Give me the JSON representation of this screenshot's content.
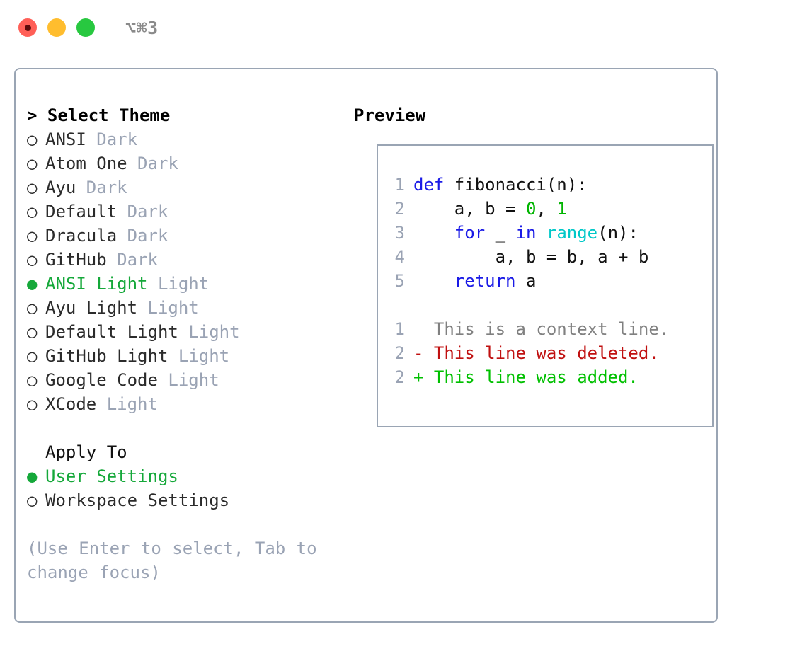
{
  "titlebar": {
    "shortcut": "⌥⌘3",
    "buttons": [
      {
        "name": "close",
        "color": "#ff5f57"
      },
      {
        "name": "minimize",
        "color": "#ffbd2e"
      },
      {
        "name": "zoom",
        "color": "#28c840"
      }
    ]
  },
  "theme_picker": {
    "header": "Select Theme",
    "caret": "> ",
    "marker_selected": "●",
    "marker_unselected": "○",
    "items": [
      {
        "label": "ANSI",
        "tag": "Dark",
        "selected": false
      },
      {
        "label": "Atom One",
        "tag": "Dark",
        "selected": false
      },
      {
        "label": "Ayu",
        "tag": "Dark",
        "selected": false
      },
      {
        "label": "Default",
        "tag": "Dark",
        "selected": false
      },
      {
        "label": "Dracula",
        "tag": "Dark",
        "selected": false
      },
      {
        "label": "GitHub",
        "tag": "Dark",
        "selected": false
      },
      {
        "label": "ANSI Light",
        "tag": "Light",
        "selected": true
      },
      {
        "label": "Ayu Light",
        "tag": "Light",
        "selected": false
      },
      {
        "label": "Default Light",
        "tag": "Light",
        "selected": false
      },
      {
        "label": "GitHub Light",
        "tag": "Light",
        "selected": false
      },
      {
        "label": "Google Code",
        "tag": "Light",
        "selected": false
      },
      {
        "label": "XCode",
        "tag": "Light",
        "selected": false
      }
    ]
  },
  "apply_to": {
    "header": "Apply To",
    "items": [
      {
        "label": "User Settings",
        "selected": true
      },
      {
        "label": "Workspace Settings",
        "selected": false
      }
    ]
  },
  "hint": "(Use Enter to select, Tab to change focus)",
  "preview": {
    "header": "Preview",
    "code_lines": [
      {
        "no": "1",
        "tokens": [
          {
            "t": "def",
            "c": "kw"
          },
          {
            "t": " fibonacci(n):",
            "c": "txt"
          }
        ]
      },
      {
        "no": "2",
        "tokens": [
          {
            "t": "    a, b = ",
            "c": "txt"
          },
          {
            "t": "0",
            "c": "num"
          },
          {
            "t": ", ",
            "c": "txt"
          },
          {
            "t": "1",
            "c": "num"
          }
        ]
      },
      {
        "no": "3",
        "tokens": [
          {
            "t": "    ",
            "c": "txt"
          },
          {
            "t": "for",
            "c": "kw"
          },
          {
            "t": " _ ",
            "c": "txt"
          },
          {
            "t": "in",
            "c": "kw"
          },
          {
            "t": " ",
            "c": "txt"
          },
          {
            "t": "range",
            "c": "fn"
          },
          {
            "t": "(n):",
            "c": "txt"
          }
        ]
      },
      {
        "no": "4",
        "tokens": [
          {
            "t": "        a, b = b, a + b",
            "c": "txt"
          }
        ]
      },
      {
        "no": "5",
        "tokens": [
          {
            "t": "    ",
            "c": "txt"
          },
          {
            "t": "return",
            "c": "kw"
          },
          {
            "t": " a",
            "c": "txt"
          }
        ]
      }
    ],
    "diff_lines": [
      {
        "no": "1",
        "prefix": "  ",
        "text": "This is a context line.",
        "kind": "ctx"
      },
      {
        "no": "2",
        "prefix": "- ",
        "text": "This line was deleted.",
        "kind": "del"
      },
      {
        "no": "2",
        "prefix": "+ ",
        "text": "This line was added.",
        "kind": "add"
      }
    ]
  },
  "colors": {
    "accent_green": "#15a83a",
    "muted": "#9aa3b4",
    "border": "#9aa5b4",
    "keyword": "#1a1ae6",
    "number": "#00b400",
    "builtin": "#00c8c8",
    "diff_del": "#c01010",
    "diff_add": "#00c000"
  }
}
